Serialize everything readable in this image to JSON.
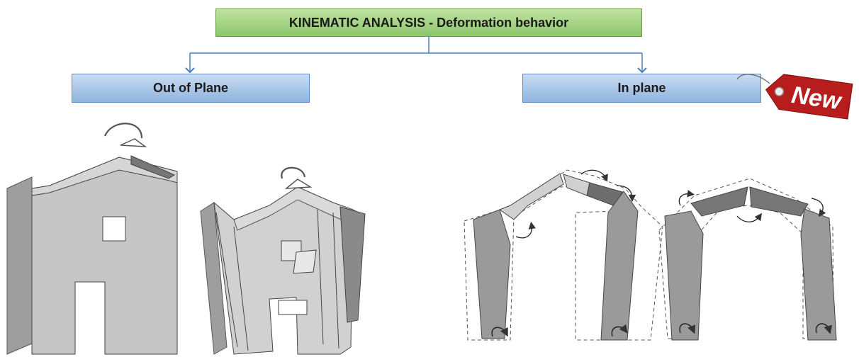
{
  "title": "KINEMATIC ANALYSIS - Deformation behavior",
  "branches": {
    "out_of_plane": "Out of Plane",
    "in_plane": "In plane"
  },
  "tag": "New",
  "colors": {
    "title_fill": "#9fd37f",
    "branch_fill": "#a9c6ea",
    "connector": "#4a7fc1",
    "tag": "#b71d1d",
    "wall": "#c8c8c8",
    "arch": "#9a9a9a"
  },
  "icons": [
    "rotation-arrow-icon",
    "price-tag-icon"
  ]
}
